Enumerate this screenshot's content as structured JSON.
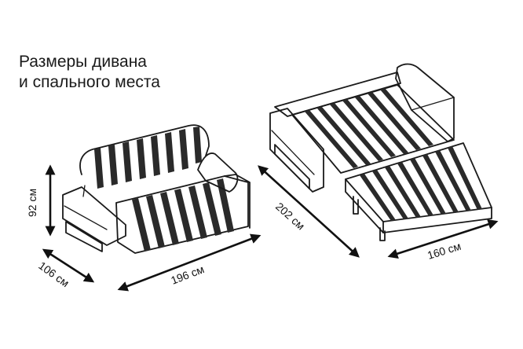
{
  "title": {
    "line1": "Размеры дивана",
    "line2": "и спального места"
  },
  "dimensions": {
    "height": "92 см",
    "depth": "106 см",
    "width": "196 см",
    "bed_length": "202 см",
    "bed_width": "160 см"
  },
  "colors": {
    "ink": "#1a1a1a",
    "background": "#ffffff"
  }
}
